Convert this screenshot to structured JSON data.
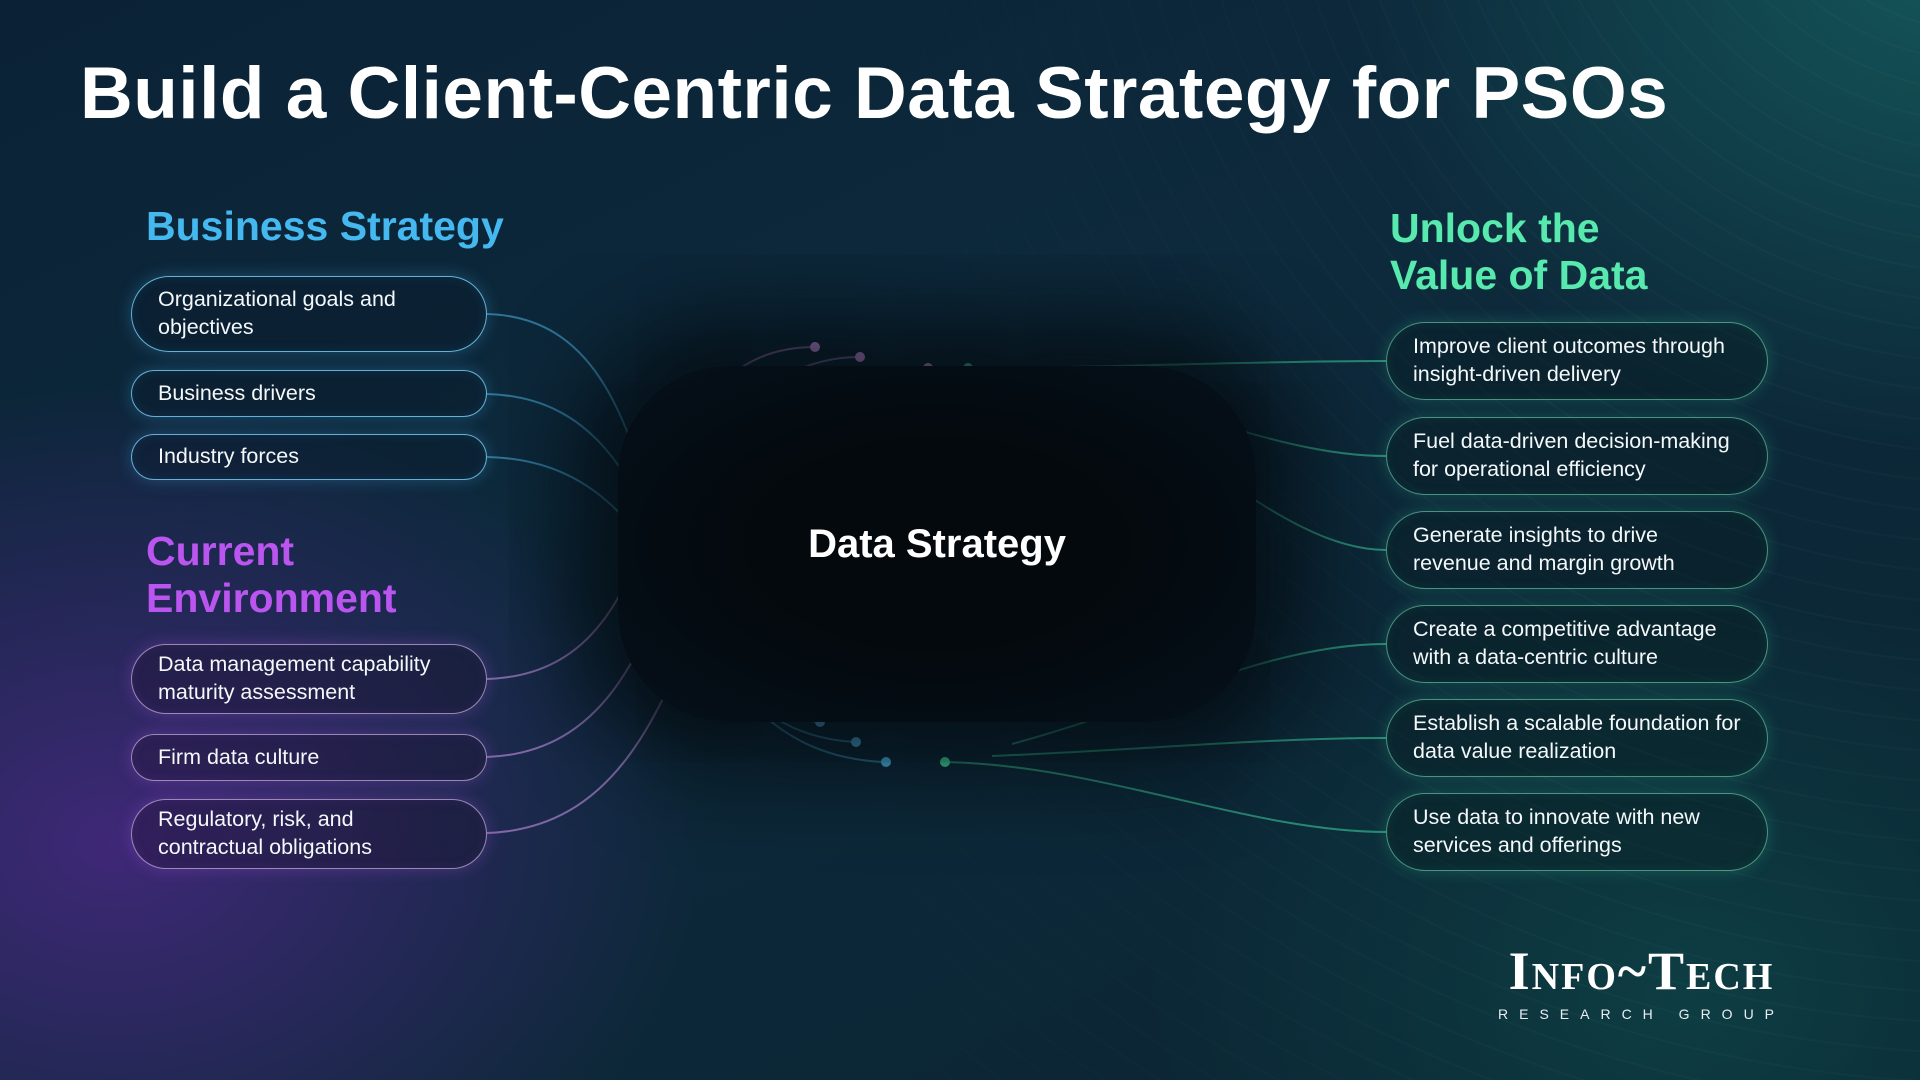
{
  "title": "Build a Client-Centric Data Strategy for PSOs",
  "center": {
    "label": "Data Strategy"
  },
  "sections": {
    "business_strategy": {
      "heading": "Business Strategy",
      "items": [
        "Organizational goals and objectives",
        "Business drivers",
        "Industry forces"
      ]
    },
    "current_environment": {
      "heading": "Current Environment",
      "items": [
        "Data management capability maturity assessment",
        "Firm data culture",
        "Regulatory, risk, and contractual obligations"
      ]
    },
    "unlock_value": {
      "heading": "Unlock the Value of Data",
      "items": [
        "Improve client outcomes through insight-driven delivery",
        "Fuel data-driven decision-making for operational efficiency",
        "Generate insights to drive revenue and margin growth",
        "Create a competitive advantage with a data-centric culture",
        "Establish a scalable foundation for data value realization",
        "Use data to innovate with new services and offerings"
      ]
    }
  },
  "logo": {
    "wordmark": "Info~Tech",
    "subtitle": "Research Group"
  },
  "colors": {
    "heading_blue": "#45b9ef",
    "heading_purple": "#bb55f0",
    "heading_green": "#57e9ae",
    "wire_blue": "#4ab0e0",
    "wire_purple": "#d29bee",
    "wire_green": "#3fd6a0"
  }
}
